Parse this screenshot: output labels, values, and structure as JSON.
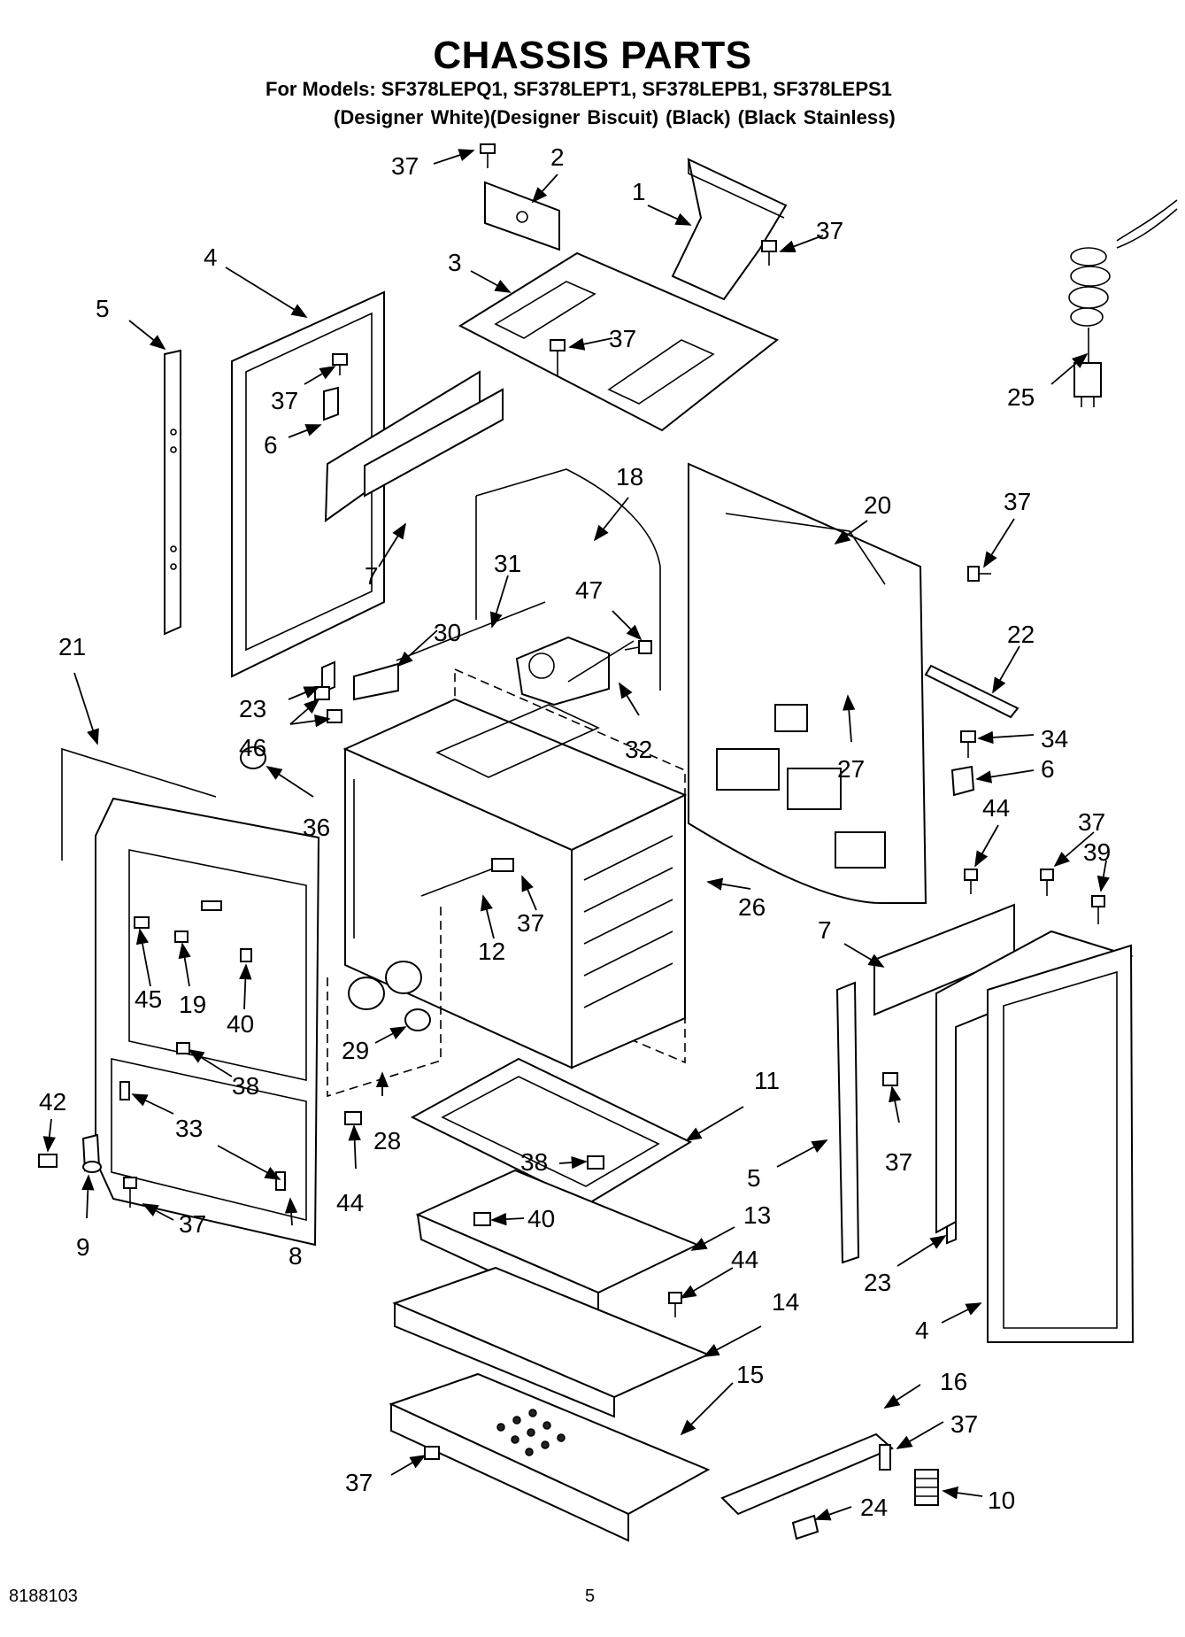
{
  "header": {
    "title": "CHASSIS PARTS",
    "models_line": "For Models: SF378LEPQ1, SF378LEPT1, SF378LEPB1, SF378LEPS1",
    "finishes_line": "(Designer White)(Designer Biscuit)  (Black)    (Black Stainless)"
  },
  "footer": {
    "doc_number": "8188103",
    "page_number": "5"
  },
  "callouts": [
    {
      "id": "c-37-top",
      "label": "37"
    },
    {
      "id": "c-2",
      "label": "2"
    },
    {
      "id": "c-1",
      "label": "1"
    },
    {
      "id": "c-37-a",
      "label": "37"
    },
    {
      "id": "c-4-left",
      "label": "4"
    },
    {
      "id": "c-3",
      "label": "3"
    },
    {
      "id": "c-37-b",
      "label": "37"
    },
    {
      "id": "c-5-left",
      "label": "5"
    },
    {
      "id": "c-37-c",
      "label": "37"
    },
    {
      "id": "c-25",
      "label": "25"
    },
    {
      "id": "c-6-left",
      "label": "6"
    },
    {
      "id": "c-18",
      "label": "18"
    },
    {
      "id": "c-20",
      "label": "20"
    },
    {
      "id": "c-37-d",
      "label": "37"
    },
    {
      "id": "c-7-left",
      "label": "7"
    },
    {
      "id": "c-31",
      "label": "31"
    },
    {
      "id": "c-47",
      "label": "47"
    },
    {
      "id": "c-21",
      "label": "21"
    },
    {
      "id": "c-30",
      "label": "30"
    },
    {
      "id": "c-22",
      "label": "22"
    },
    {
      "id": "c-23-left",
      "label": "23"
    },
    {
      "id": "c-32",
      "label": "32"
    },
    {
      "id": "c-34",
      "label": "34"
    },
    {
      "id": "c-46",
      "label": "46"
    },
    {
      "id": "c-27",
      "label": "27"
    },
    {
      "id": "c-6-right",
      "label": "6"
    },
    {
      "id": "c-36",
      "label": "36"
    },
    {
      "id": "c-44-a",
      "label": "44"
    },
    {
      "id": "c-37-e",
      "label": "37"
    },
    {
      "id": "c-39",
      "label": "39"
    },
    {
      "id": "c-26",
      "label": "26"
    },
    {
      "id": "c-37-f",
      "label": "37"
    },
    {
      "id": "c-12",
      "label": "12"
    },
    {
      "id": "c-7-right",
      "label": "7"
    },
    {
      "id": "c-45",
      "label": "45"
    },
    {
      "id": "c-19",
      "label": "19"
    },
    {
      "id": "c-40-a",
      "label": "40"
    },
    {
      "id": "c-29",
      "label": "29"
    },
    {
      "id": "c-38-a",
      "label": "38"
    },
    {
      "id": "c-11",
      "label": "11"
    },
    {
      "id": "c-42",
      "label": "42"
    },
    {
      "id": "c-33",
      "label": "33"
    },
    {
      "id": "c-28",
      "label": "28"
    },
    {
      "id": "c-37-g",
      "label": "37"
    },
    {
      "id": "c-38-b",
      "label": "38"
    },
    {
      "id": "c-5-right",
      "label": "5"
    },
    {
      "id": "c-9",
      "label": "9"
    },
    {
      "id": "c-37-h",
      "label": "37"
    },
    {
      "id": "c-44-b",
      "label": "44"
    },
    {
      "id": "c-40-b",
      "label": "40"
    },
    {
      "id": "c-13",
      "label": "13"
    },
    {
      "id": "c-8",
      "label": "8"
    },
    {
      "id": "c-44-c",
      "label": "44"
    },
    {
      "id": "c-23-right",
      "label": "23"
    },
    {
      "id": "c-14",
      "label": "14"
    },
    {
      "id": "c-4-right",
      "label": "4"
    },
    {
      "id": "c-15",
      "label": "15"
    },
    {
      "id": "c-16",
      "label": "16"
    },
    {
      "id": "c-37-i",
      "label": "37"
    },
    {
      "id": "c-37-j",
      "label": "37"
    },
    {
      "id": "c-10",
      "label": "10"
    },
    {
      "id": "c-24",
      "label": "24"
    }
  ]
}
